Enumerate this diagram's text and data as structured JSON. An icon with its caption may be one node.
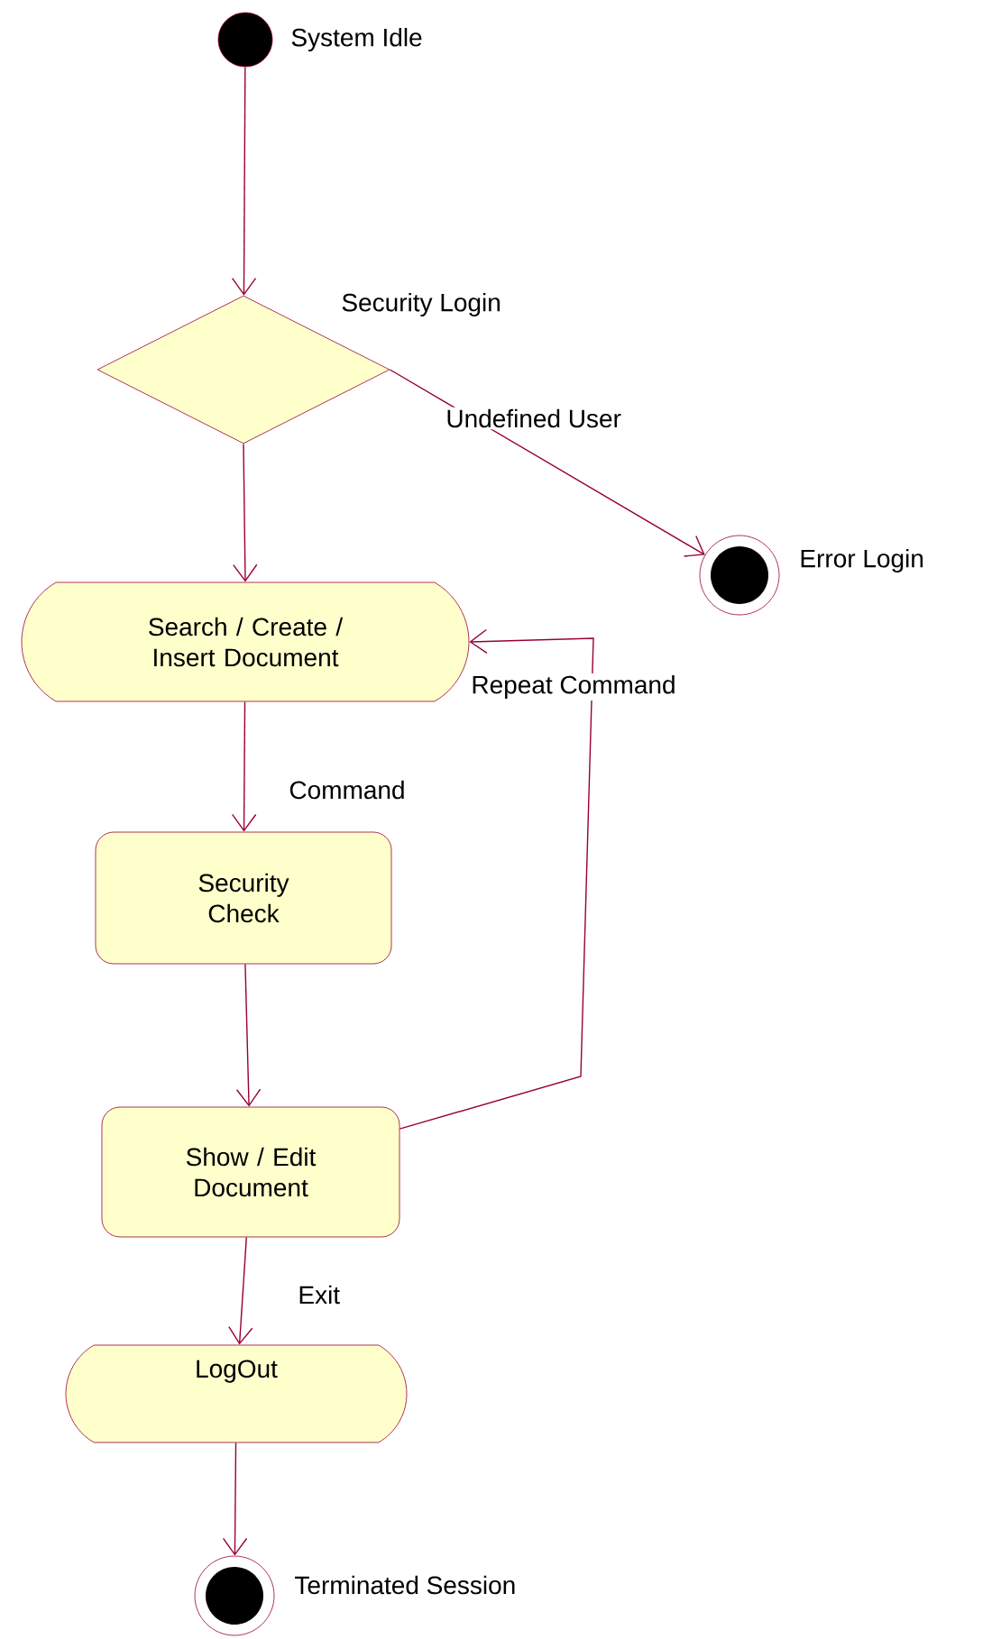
{
  "diagram": {
    "nodes": [
      {
        "text": [],
        "shape": "circle",
        "beside": [
          "System Idle"
        ]
      },
      {
        "text": [
          "Security Login"
        ]
      },
      {
        "text": [],
        "shape": "circle",
        "beside": [
          "Error Login"
        ]
      },
      {
        "text": [
          "Search / Create / Insert Document"
        ]
      },
      {
        "text": [
          "Security Check"
        ]
      },
      {
        "text": [
          "Show / Edit Document"
        ]
      },
      {
        "text": [
          "LogOut"
        ]
      },
      {
        "text": [],
        "shape": "circle",
        "beside": [
          "Terminated Session"
        ]
      }
    ],
    "edges": [
      {
        "from": 0,
        "to": 1,
        "arrow": "to"
      },
      {
        "from": 1,
        "to": 2,
        "arrow": "to",
        "label": "Undefined User"
      },
      {
        "from": 1,
        "to": 3,
        "arrow": "to"
      },
      {
        "from": 3,
        "to": 4,
        "arrow": "to",
        "label": "Command"
      },
      {
        "from": 4,
        "to": 5,
        "arrow": "to"
      },
      {
        "from": 5,
        "to": 3,
        "arrow": "to",
        "label": "Repeat Command"
      },
      {
        "from": 5,
        "to": 6,
        "arrow": "to",
        "label": "Exit"
      },
      {
        "from": 6,
        "to": 7,
        "arrow": "to"
      }
    ]
  }
}
